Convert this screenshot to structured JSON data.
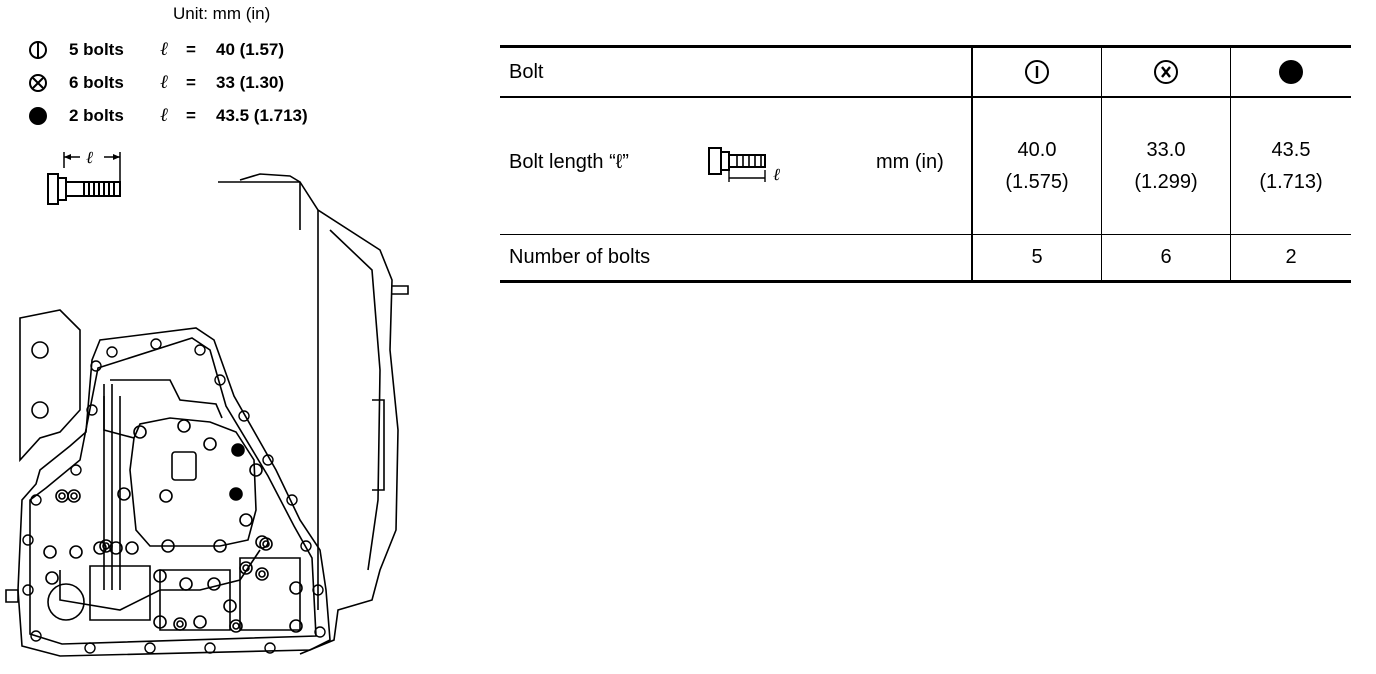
{
  "legend": {
    "unit": "Unit: mm (in)",
    "rows": [
      {
        "symbol": "circle-bar-icon",
        "count": "5 bolts",
        "ell": "ℓ",
        "eq": "=",
        "value": "40 (1.57)"
      },
      {
        "symbol": "circle-x-icon",
        "count": "6 bolts",
        "ell": "ℓ",
        "eq": "=",
        "value": "33 (1.30)"
      },
      {
        "symbol": "filled-circle-icon",
        "count": "2 bolts",
        "ell": "ℓ",
        "eq": "=",
        "value": "43.5 (1.713)"
      }
    ],
    "sketch_label": "ℓ"
  },
  "table": {
    "head_label": "Bolt",
    "symbols": [
      "circle-i-icon",
      "circle-x-icon",
      "filled-circle-icon"
    ],
    "length_label": "Bolt length “ℓ”",
    "length_sketch_label": "ℓ",
    "length_unit": "mm (in)",
    "lengths": [
      {
        "mm": "40.0",
        "in": "(1.575)"
      },
      {
        "mm": "33.0",
        "in": "(1.299)"
      },
      {
        "mm": "43.5",
        "in": "(1.713)"
      }
    ],
    "number_label": "Number of bolts",
    "numbers": [
      "5",
      "6",
      "2"
    ]
  }
}
